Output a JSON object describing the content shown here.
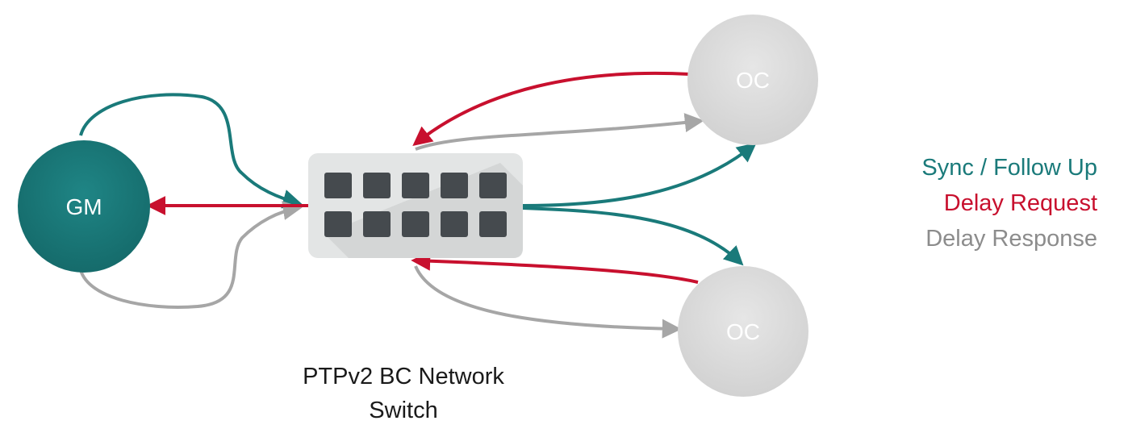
{
  "nodes": {
    "gm": {
      "label": "GM"
    },
    "oc_top": {
      "label": "OC"
    },
    "oc_bottom": {
      "label": "OC"
    }
  },
  "switch": {
    "caption_line1": "PTPv2 BC Network",
    "caption_line2": "Switch"
  },
  "legend": {
    "sync": "Sync / Follow Up",
    "delay_request": "Delay Request",
    "delay_response": "Delay Response"
  },
  "colors": {
    "sync": "#1a7a7a",
    "delay_request": "#c8102e",
    "delay_response": "#a6a6a6",
    "gm_fill": "#1a7a7a",
    "oc_fill": "#dcdcdc",
    "switch_body": "#e3e5e5",
    "switch_port": "#454a4e",
    "switch_shadow": "#cfd2d2"
  }
}
